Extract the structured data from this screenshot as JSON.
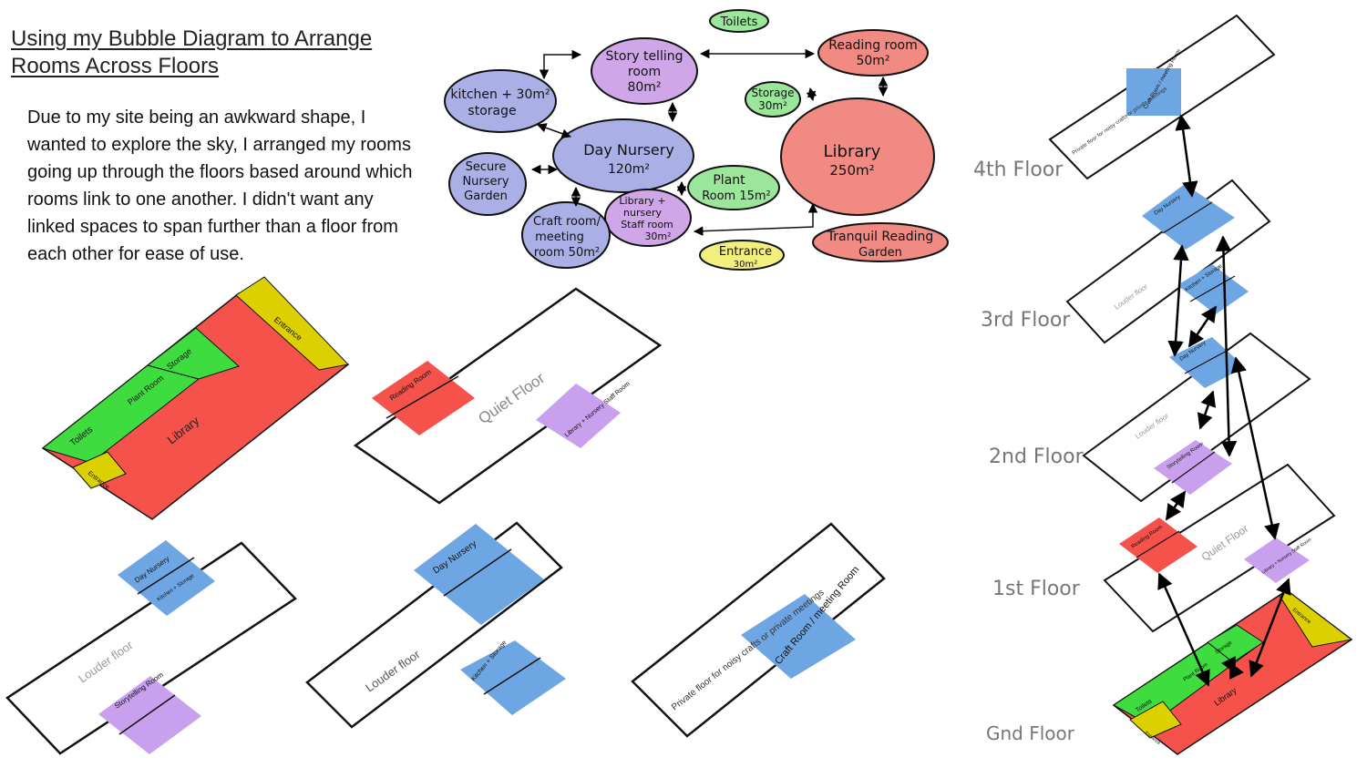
{
  "title": {
    "line1": "Using my Bubble Diagram to Arrange",
    "line2": "Rooms Across Floors"
  },
  "description": "Due to my site being an awkward shape, I wanted to explore the sky, I arranged my rooms going up through the floors based around which rooms link to one another. I didn't want any linked spaces to span further than a floor from each other for ease of use.",
  "colors": {
    "blue": "#6ea6e3",
    "purple": "#c9a0ee",
    "red": "#f4524a",
    "green": "#3fdc3f",
    "yellow": "#dcd000",
    "bubble_blue": "#aab0e6",
    "bubble_purple": "#cfa6e8",
    "bubble_red": "#f08a82",
    "bubble_green": "#9be69b",
    "bubble_yellow": "#f3ef7f"
  },
  "bubbles": {
    "toilets": "Toilets",
    "storytelling": [
      "Story telling",
      "room",
      "80m²"
    ],
    "reading": [
      "Reading room",
      "50m²"
    ],
    "kitchen": [
      "kitchen + 30m²",
      "storage"
    ],
    "storage": [
      "Storage",
      "30m²"
    ],
    "day_nursery": [
      "Day Nursery",
      "120m²"
    ],
    "library": [
      "Library",
      "250m²"
    ],
    "secure": [
      "Secure",
      "Nursery",
      "Garden"
    ],
    "plant": [
      "Plant",
      "Room 15m²"
    ],
    "staff": [
      "Library +",
      "nursery",
      "Staff room",
      "30m²"
    ],
    "craft": [
      "Craft room/",
      "meeting",
      "room 50m²"
    ],
    "entrance": [
      "Entrance",
      "30m²"
    ],
    "tranquil": [
      "Tranquil Reading",
      "Garden"
    ]
  },
  "plan_labels": {
    "entrance": "Entrance",
    "storage": "Storage",
    "plant": "Plant Room",
    "toilets": "Toilets",
    "library": "Library",
    "reading": "Reading Room",
    "quiet": "Quiet Floor",
    "staff": "Library + Nursery Staff Room",
    "day_nursery": "Day Nursery",
    "kitchen": "Kitchen + Storage",
    "louder": "Louder floor",
    "storytelling": "Storytelling Room",
    "craft": "Craft Room / meeting Room",
    "private": "Private floor for noisy crafts or private meetings"
  },
  "floor_labels": {
    "fourth": "4th Floor",
    "third": "3rd Floor",
    "second": "2nd Floor",
    "first": "1st Floor",
    "ground": "Gnd Floor"
  }
}
